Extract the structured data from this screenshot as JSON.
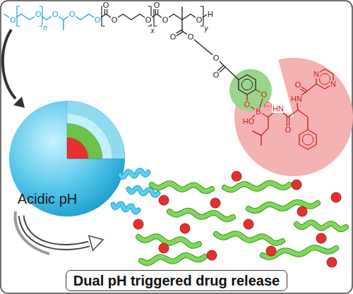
{
  "diagram": {
    "title": "Dual pH triggered drug release",
    "labels": [
      "O",
      "O",
      "n",
      "O",
      "O",
      "O",
      "O",
      "O",
      "O",
      "x",
      "O",
      "O",
      "O",
      "y",
      "H",
      "O",
      "O",
      "O",
      "O",
      "O",
      "O",
      "−",
      "B",
      "HO",
      "HN",
      "O",
      "HN",
      "O",
      "N",
      "N",
      "Acidic pH"
    ]
  }
}
